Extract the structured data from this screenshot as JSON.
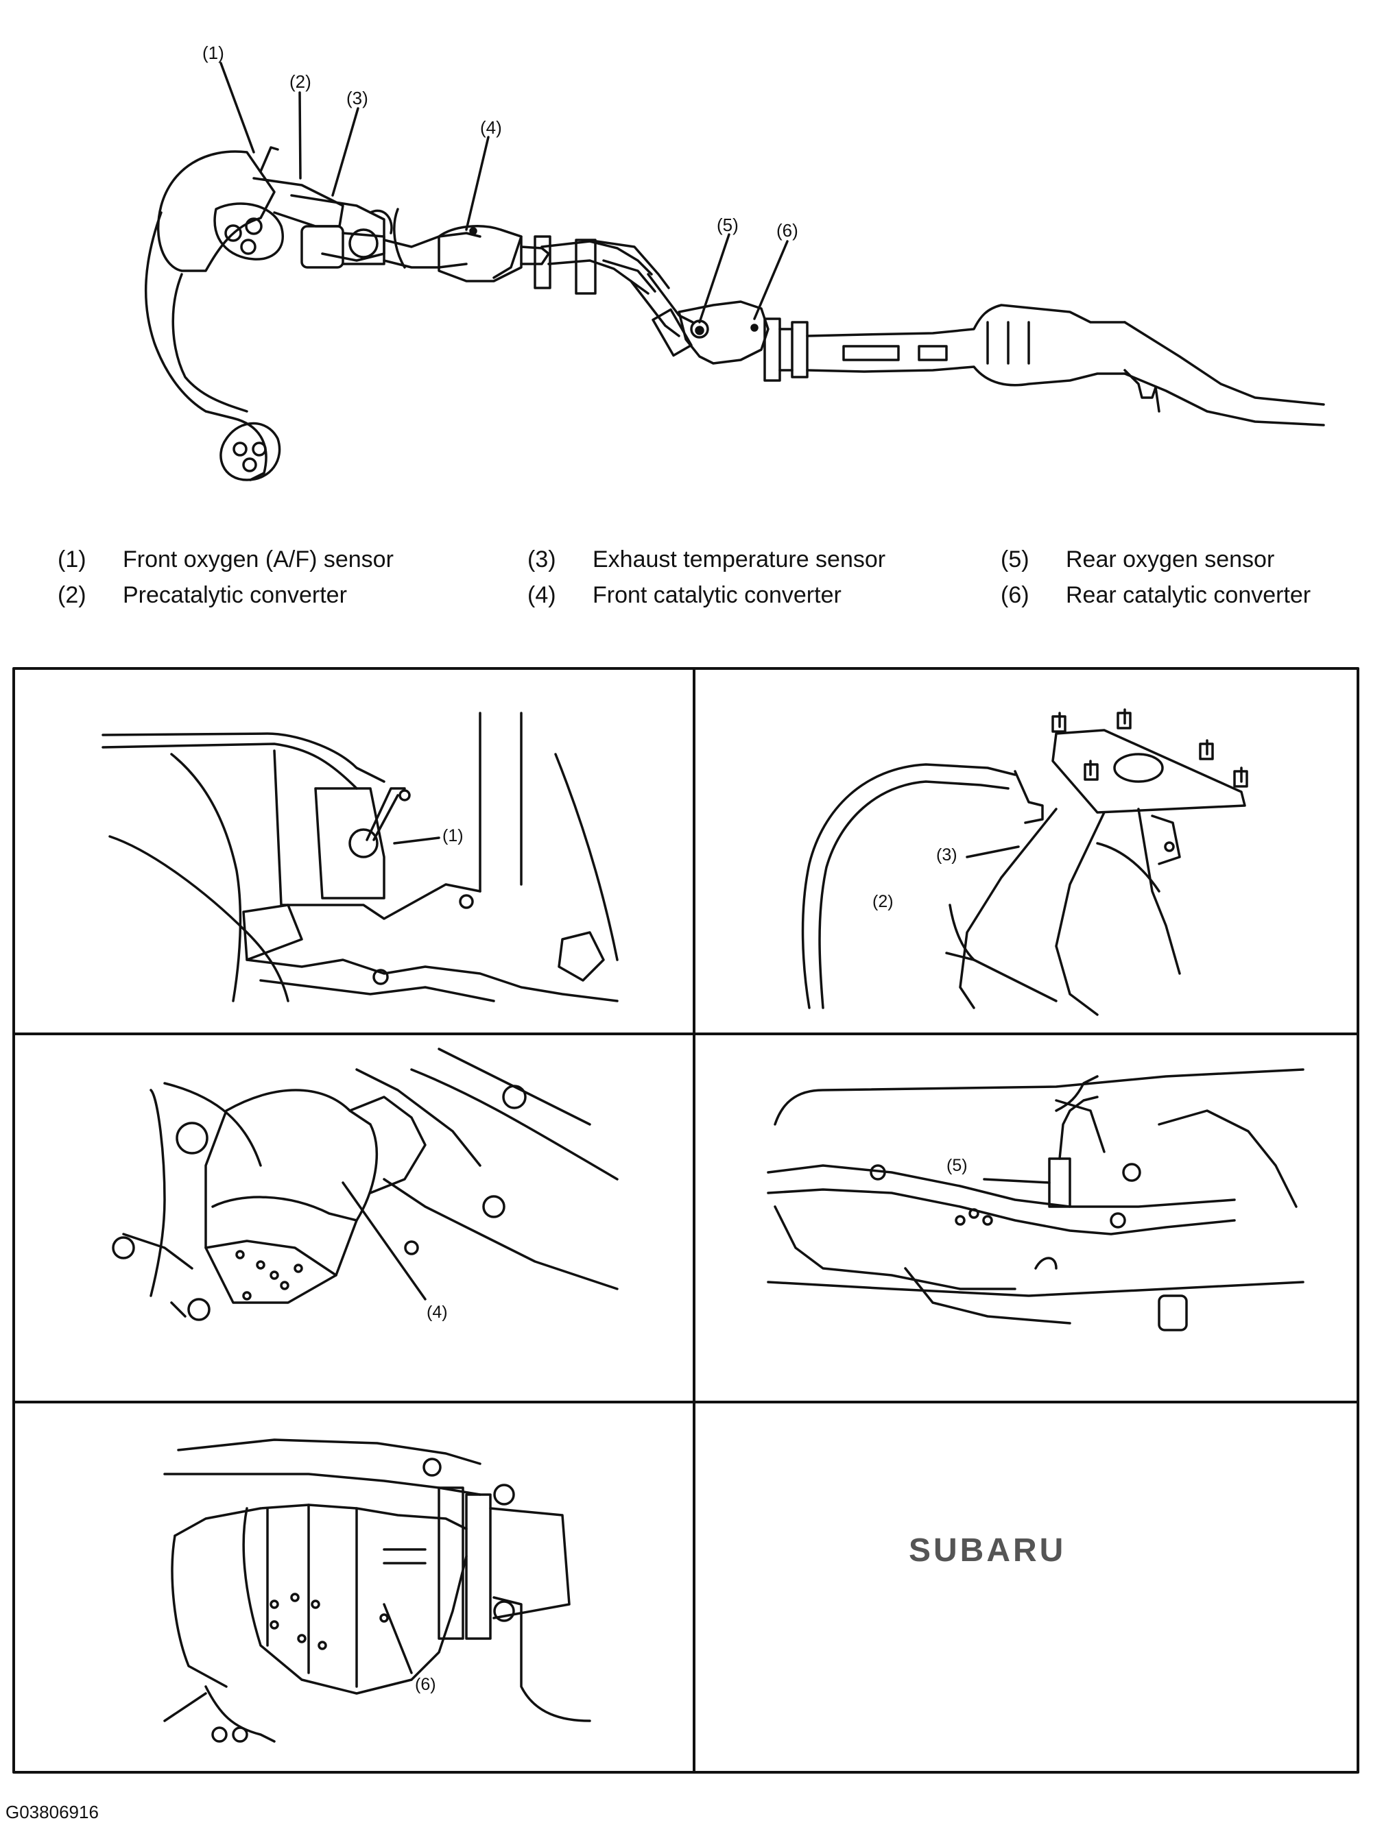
{
  "diagram": {
    "callouts_top": [
      "(1)",
      "(2)",
      "(3)",
      "(4)",
      "(5)",
      "(6)"
    ],
    "legend": [
      {
        "num": "(1)",
        "text": "Front oxygen (A/F) sensor"
      },
      {
        "num": "(3)",
        "text": "Exhaust temperature sensor"
      },
      {
        "num": "(5)",
        "text": "Rear oxygen sensor"
      },
      {
        "num": "(2)",
        "text": "Precatalytic converter"
      },
      {
        "num": "(4)",
        "text": "Front catalytic converter"
      },
      {
        "num": "(6)",
        "text": "Rear catalytic converter"
      }
    ],
    "panels": [
      {
        "label": "(1)"
      },
      {
        "labels": [
          "(3)",
          "(2)"
        ]
      },
      {
        "label": "(4)"
      },
      {
        "label": "(5)"
      },
      {
        "label": "(6)"
      },
      {
        "logo": "SUBARU"
      }
    ],
    "figure_id": "G03806916"
  }
}
